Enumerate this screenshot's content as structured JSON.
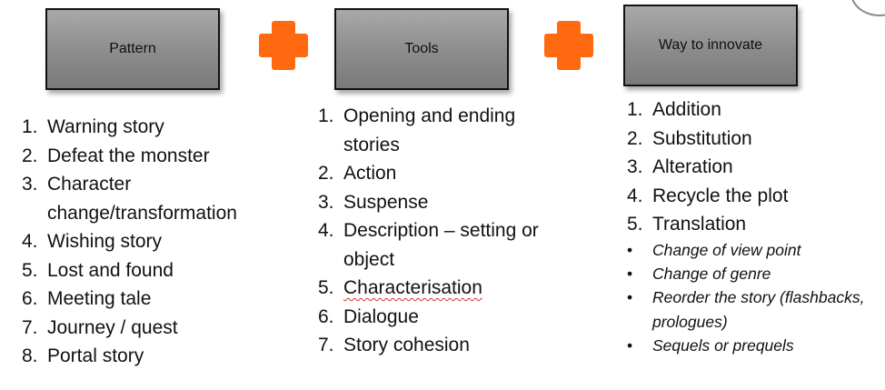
{
  "headers": {
    "pattern": "Pattern",
    "tools": "Tools",
    "way": "Way to innovate"
  },
  "colors": {
    "plus_orange": "#ff6a10",
    "box_gray": "#8c8c8c"
  },
  "pattern_items": [
    {
      "num": "1.",
      "text": "Warning story"
    },
    {
      "num": "2.",
      "text": "Defeat the monster"
    },
    {
      "num": "3.",
      "text": "Character change/transformation"
    },
    {
      "num": "4.",
      "text": "Wishing story"
    },
    {
      "num": "5.",
      "text": "Lost and found"
    },
    {
      "num": "6.",
      "text": "Meeting tale"
    },
    {
      "num": "7.",
      "text": "Journey / quest"
    },
    {
      "num": "8.",
      "text": "Portal story"
    }
  ],
  "tools_items": [
    {
      "num": "1.",
      "text": "Opening and ending stories"
    },
    {
      "num": "2.",
      "text": "Action"
    },
    {
      "num": "3.",
      "text": "Suspense"
    },
    {
      "num": "4.",
      "text": "Description – setting or object"
    },
    {
      "num": "5.",
      "text": "Characterisation"
    },
    {
      "num": "6.",
      "text": "Dialogue"
    },
    {
      "num": "7.",
      "text": "Story cohesion"
    }
  ],
  "way_items": [
    {
      "num": "1.",
      "text": "Addition"
    },
    {
      "num": "2.",
      "text": "Substitution"
    },
    {
      "num": "3.",
      "text": "Alteration"
    },
    {
      "num": "4.",
      "text": "Recycle the plot"
    },
    {
      "num": "5.",
      "text": "Translation"
    }
  ],
  "way_bullets": [
    {
      "mark": "•",
      "text": "Change of view point"
    },
    {
      "mark": "•",
      "text": "Change of genre"
    },
    {
      "mark": "•",
      "text": "Reorder the story (flashbacks, prologues)"
    },
    {
      "mark": "•",
      "text": "Sequels or prequels"
    }
  ]
}
